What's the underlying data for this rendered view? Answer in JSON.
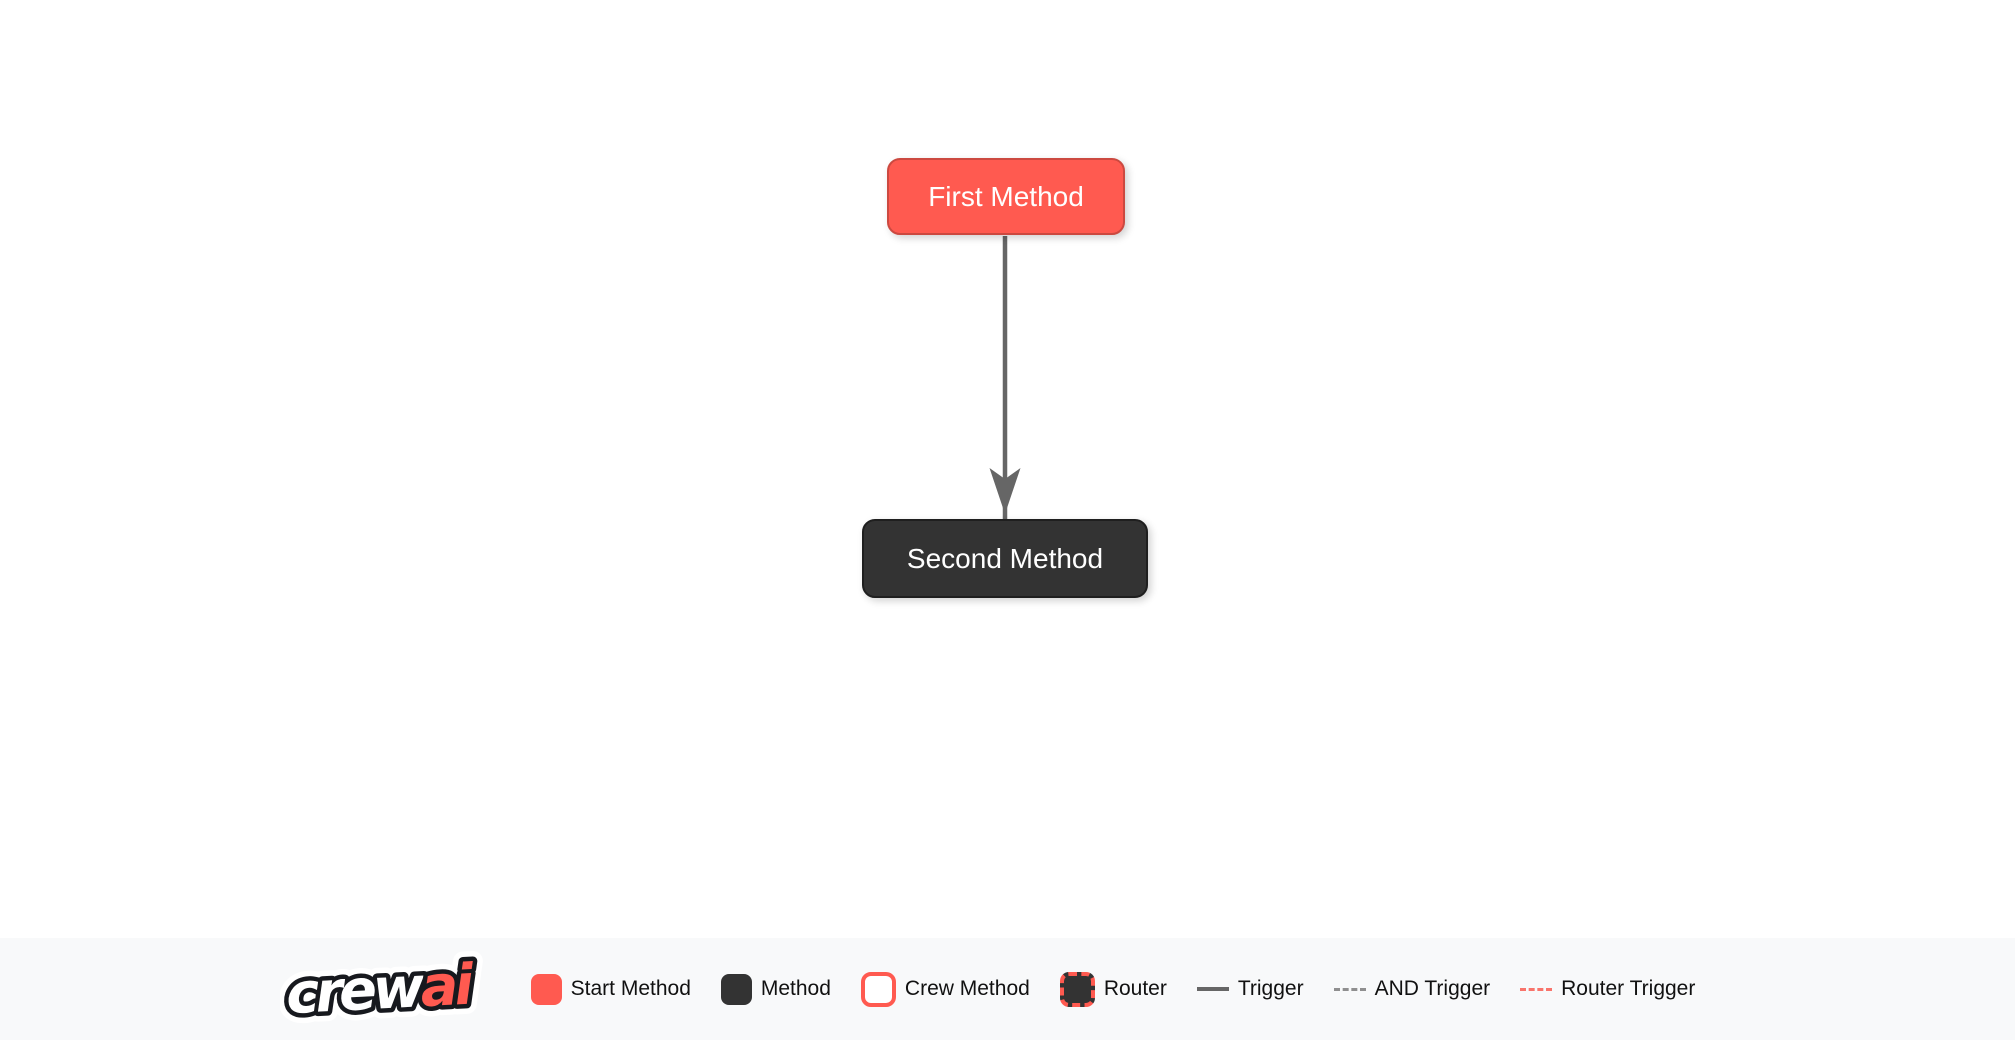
{
  "flow": {
    "nodes": [
      {
        "label": "First Method",
        "type": "start-method"
      },
      {
        "label": "Second Method",
        "type": "method"
      }
    ],
    "edges": [
      {
        "from": "First Method",
        "to": "Second Method",
        "type": "trigger"
      }
    ]
  },
  "logo": {
    "crew": "crew",
    "ai": "ai"
  },
  "legend": {
    "items": [
      {
        "label": "Start Method",
        "swatch": "start-box-red"
      },
      {
        "label": "Method",
        "swatch": "dark-box"
      },
      {
        "label": "Crew Method",
        "swatch": "white-box-red-border"
      },
      {
        "label": "Router",
        "swatch": "dark-box-red-dashed-border"
      },
      {
        "label": "Trigger",
        "swatch": "solid-gray-line"
      },
      {
        "label": "AND Trigger",
        "swatch": "dashed-gray-line"
      },
      {
        "label": "Router Trigger",
        "swatch": "dashed-red-line"
      }
    ]
  },
  "colors": {
    "start_fill": "#FF5A50",
    "start_border": "#CC4940",
    "method_fill": "#333333",
    "method_border": "#1F1F1F",
    "edge": "#666666",
    "and_trigger_line": "#8F8F8F",
    "router_trigger_line": "#F9746B",
    "footer_background": "#F8F9FA",
    "legend_text": "#111111",
    "node_text": "#FFFFFF"
  }
}
